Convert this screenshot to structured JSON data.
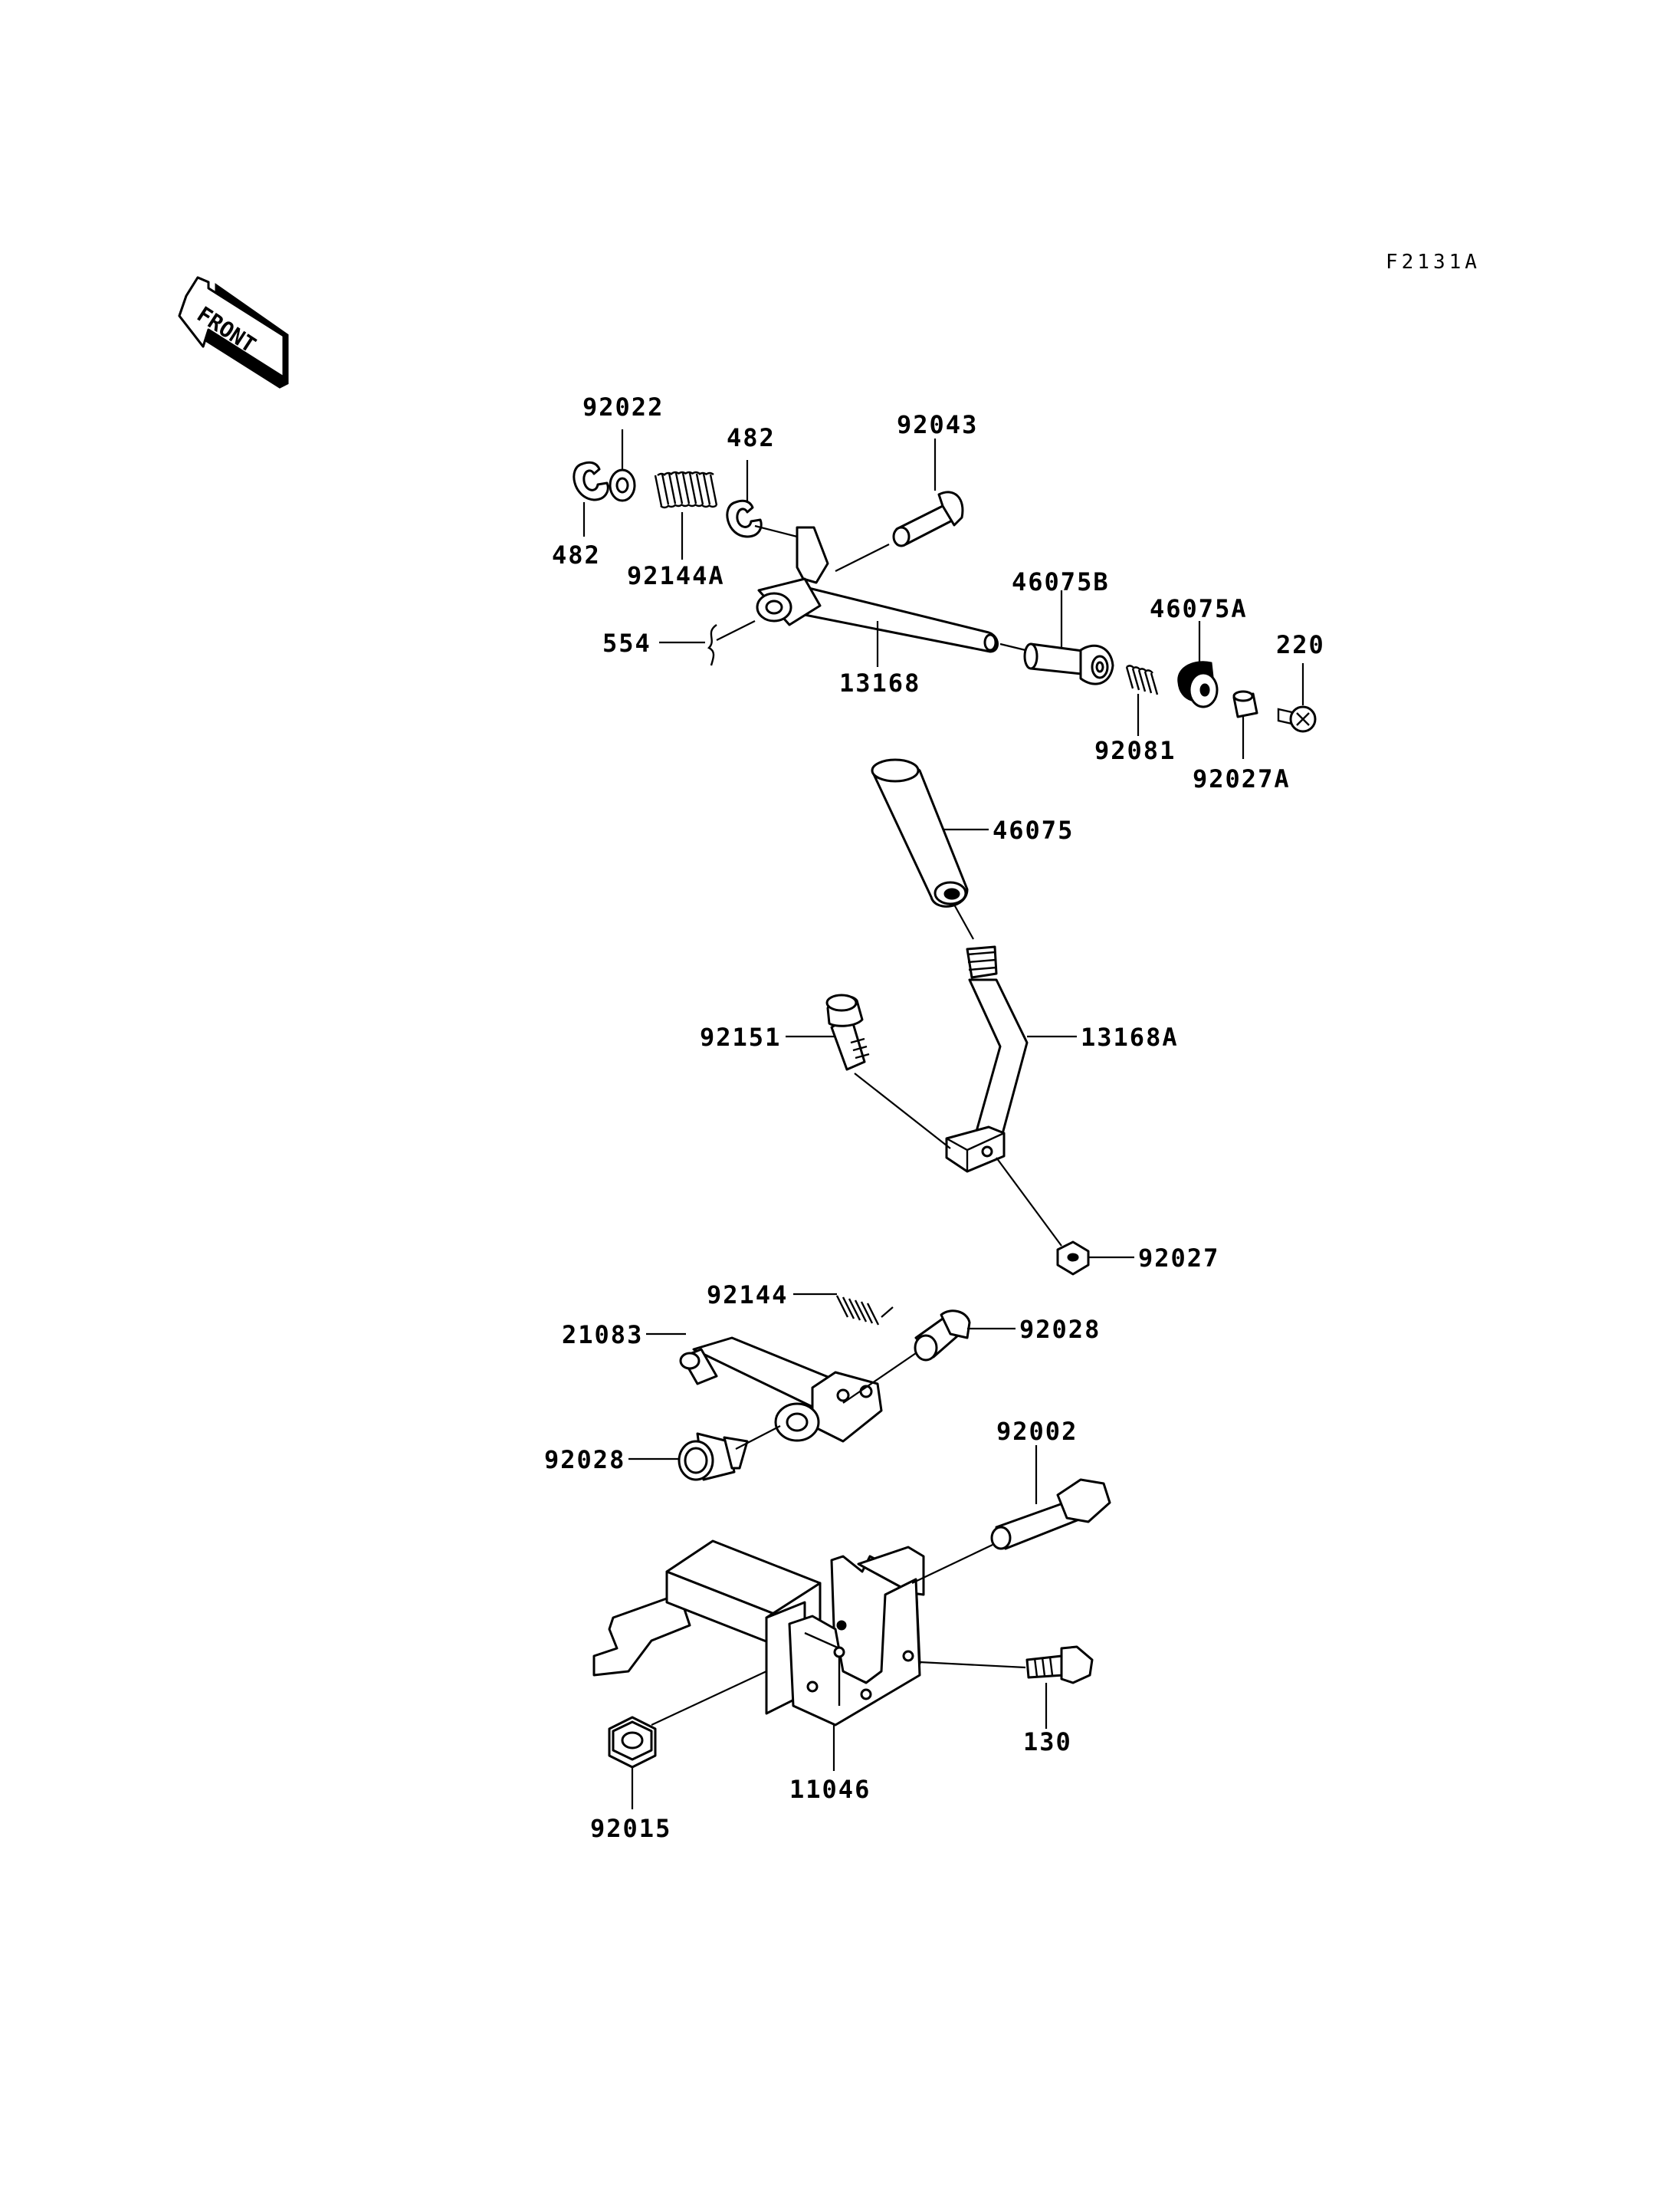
{
  "diagram_code": "F2131A",
  "front_label": "FRONT",
  "labels": {
    "p92022": "92022",
    "p482_top": "482",
    "p92043": "92043",
    "p482_left": "482",
    "p92144A": "92144A",
    "p554": "554",
    "p13168": "13168",
    "p46075B": "46075B",
    "p46075A": "46075A",
    "p220": "220",
    "p92081": "92081",
    "p92027A": "92027A",
    "p46075": "46075",
    "p92151": "92151",
    "p13168A": "13168A",
    "p92027": "92027",
    "p92144": "92144",
    "p21083": "21083",
    "p92028_right": "92028",
    "p92028_left": "92028",
    "p92002": "92002",
    "p130": "130",
    "p11046": "11046",
    "p92015": "92015"
  }
}
